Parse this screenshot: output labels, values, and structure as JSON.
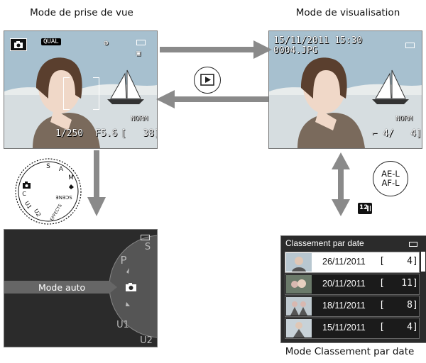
{
  "labels": {
    "shooting_mode": "Mode de prise de vue",
    "playback_mode": "Mode de visualisation",
    "list_by_date_mode": "Mode Classement par date"
  },
  "shooting_screen": {
    "qual_badge": "QUAL",
    "normal_label": "NORM",
    "shutter": "1/250",
    "aperture": "F5.6",
    "remaining": "[   38]"
  },
  "playback_screen": {
    "datetime": "15/11/2011  15:30",
    "filename": "0004.JPG",
    "normal_label": "NORM",
    "counter": "4/   4]"
  },
  "aeaf_button": {
    "line1": "AE-L",
    "line2": "AF-L"
  },
  "mode_dial": {
    "labels": [
      "S",
      "A",
      "M",
      "SCENE",
      "EFFECTS",
      "U2",
      "U1",
      "C"
    ]
  },
  "auto_mode_screen": {
    "mode_label": "Mode auto",
    "dial_labels": [
      "S",
      "P",
      "U1",
      "U2"
    ]
  },
  "date_list_screen": {
    "title": "Classement par date",
    "rows": [
      {
        "date": "26/11/2011",
        "count": "[    4]"
      },
      {
        "date": "20/11/2011",
        "count": "[   11]"
      },
      {
        "date": "18/11/2011",
        "count": "[    8]"
      },
      {
        "date": "15/11/2011",
        "count": "[    4]"
      }
    ]
  },
  "icons": {
    "playback_button": "play-icon",
    "list_by_date_icon": "calendar-icon",
    "auto_mode_icon": "camera-icon"
  },
  "colors": {
    "arrow": "#8a8a8a",
    "screen_bg": "#2b2b2b",
    "row_bg": "#1b1b1b",
    "row_selected": "#ffffff"
  }
}
